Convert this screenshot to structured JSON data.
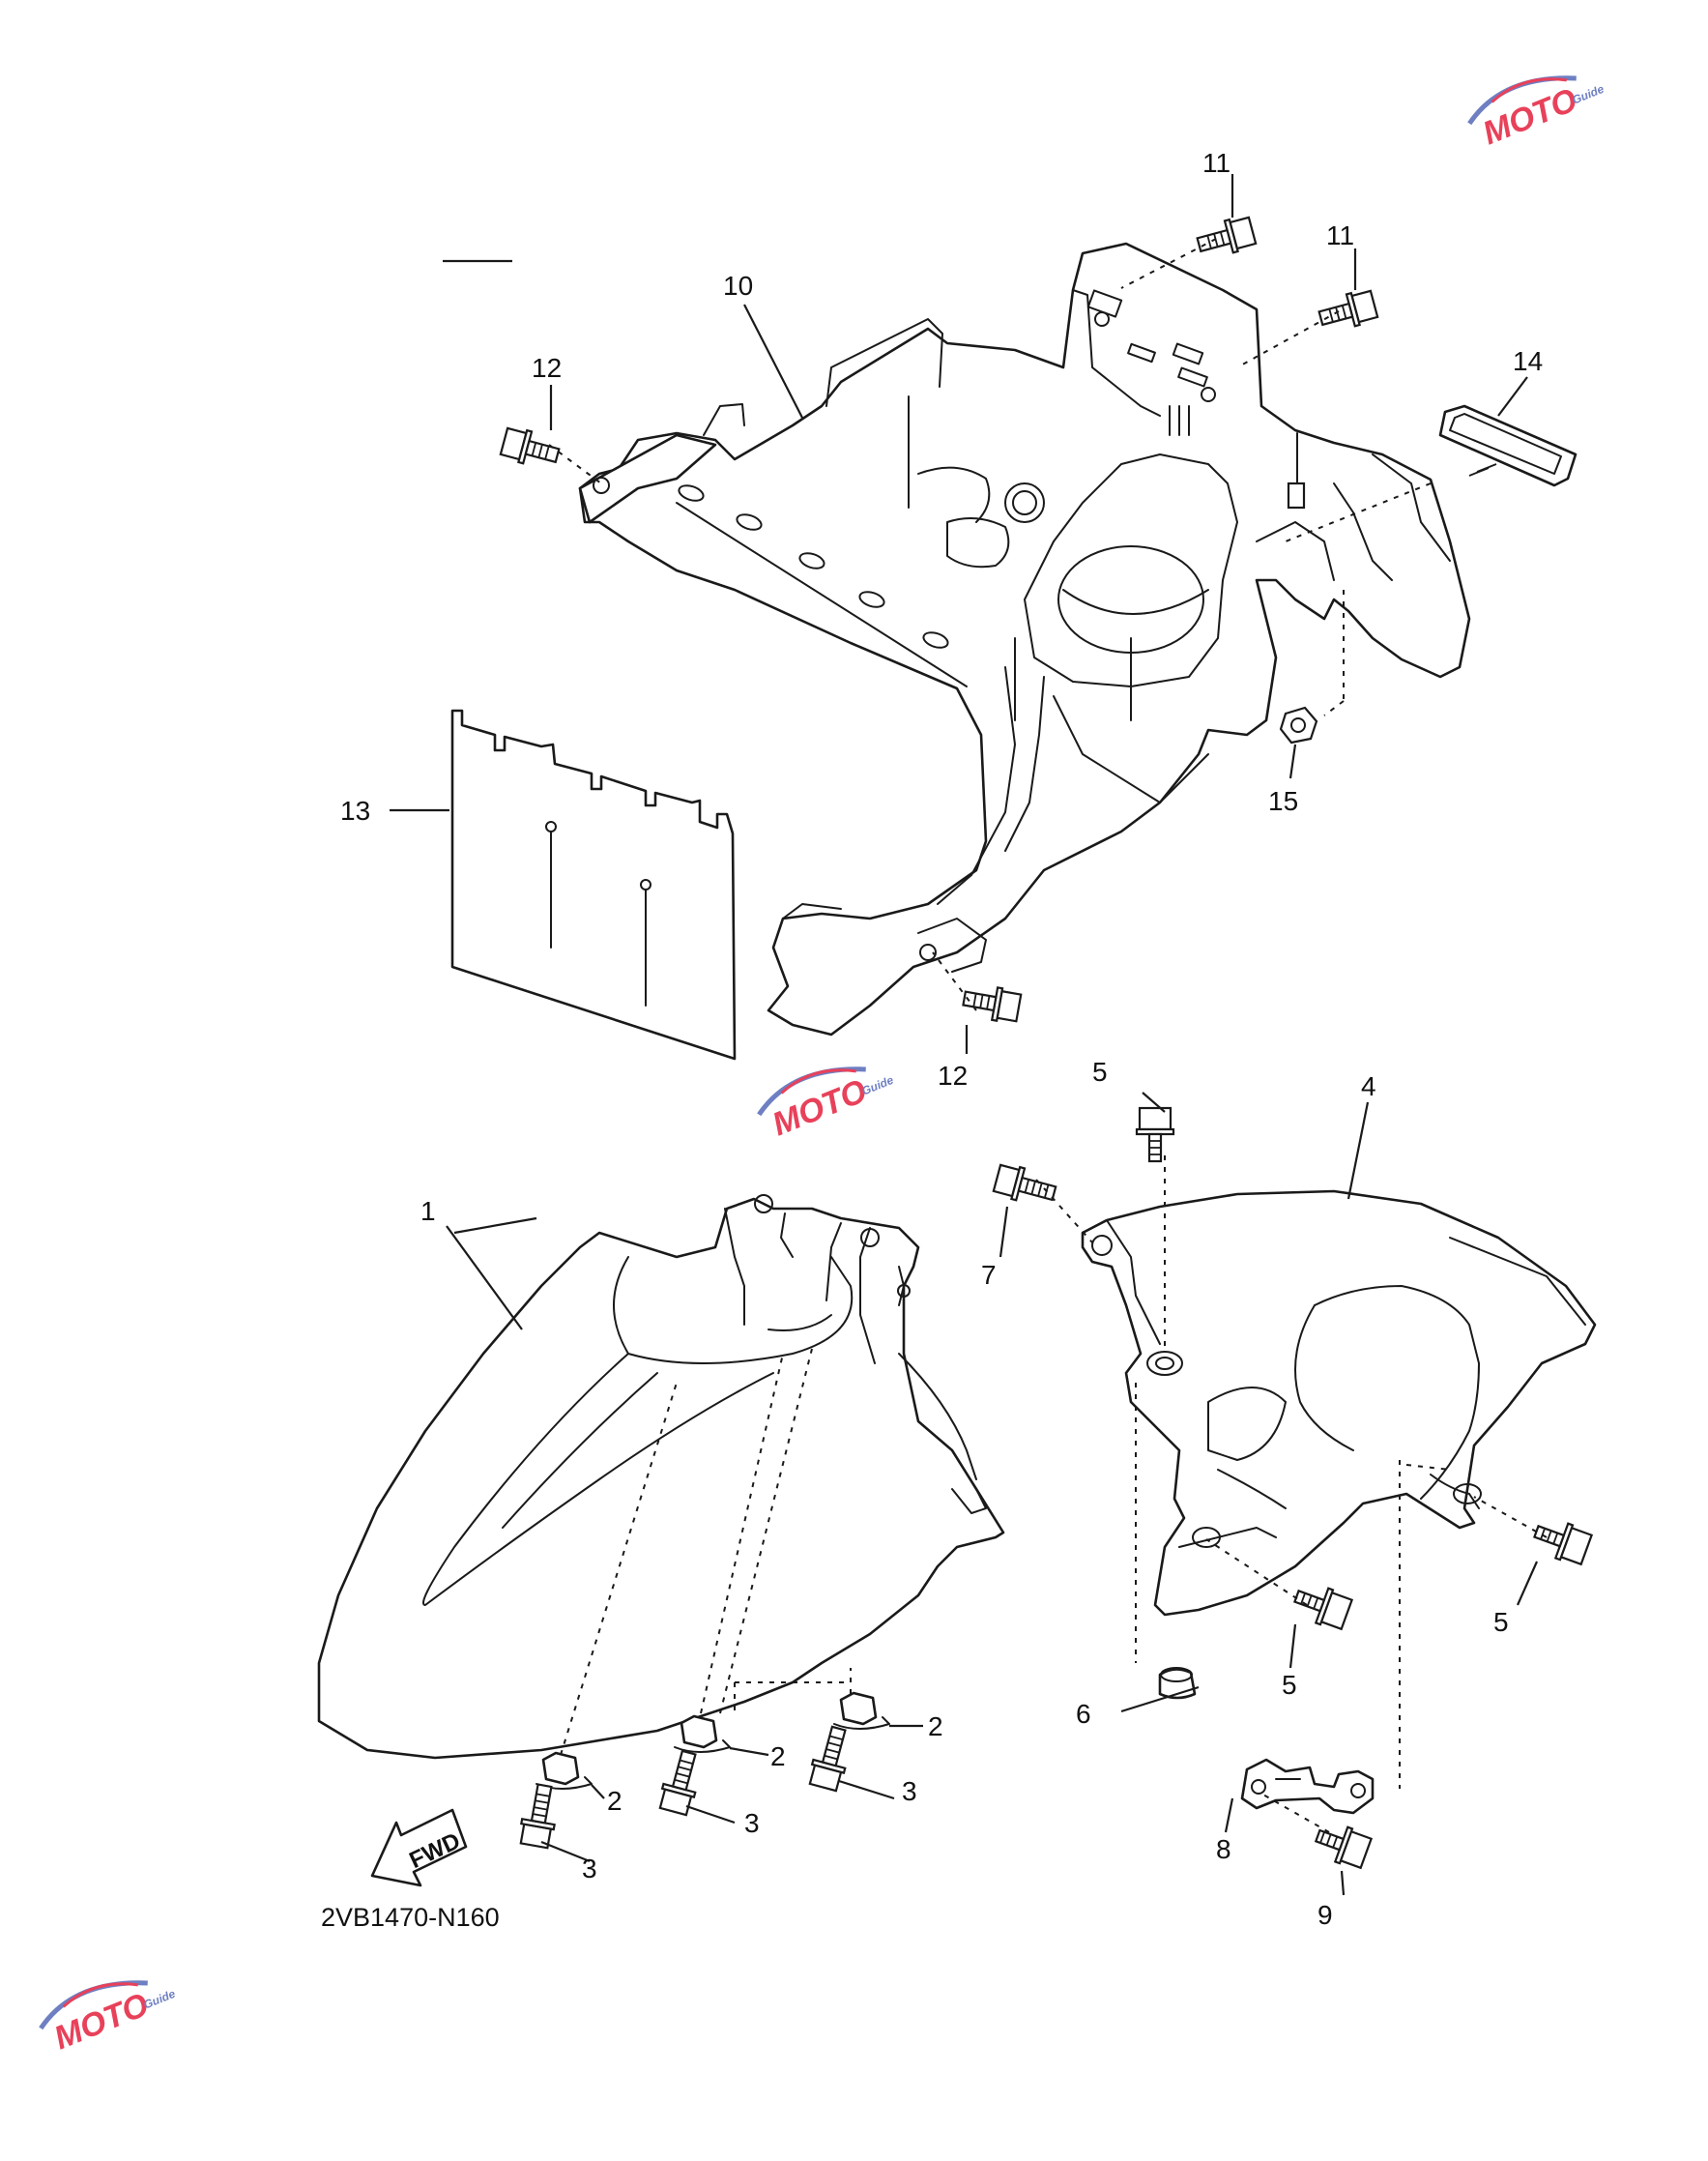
{
  "drawing_code": "2VB1470-N160",
  "fwd_label": "FWD",
  "watermark": {
    "text": "MOTO",
    "sub": "Guide",
    "color_primary": "#e8415a",
    "color_secondary": "#6e7fc2"
  },
  "callouts": [
    {
      "id": "c1",
      "label": "1"
    },
    {
      "id": "c2a",
      "label": "2"
    },
    {
      "id": "c2b",
      "label": "2"
    },
    {
      "id": "c2c",
      "label": "2"
    },
    {
      "id": "c3a",
      "label": "3"
    },
    {
      "id": "c3b",
      "label": "3"
    },
    {
      "id": "c3c",
      "label": "3"
    },
    {
      "id": "c4",
      "label": "4"
    },
    {
      "id": "c5a",
      "label": "5"
    },
    {
      "id": "c5b",
      "label": "5"
    },
    {
      "id": "c5c",
      "label": "5"
    },
    {
      "id": "c6",
      "label": "6"
    },
    {
      "id": "c7",
      "label": "7"
    },
    {
      "id": "c8",
      "label": "8"
    },
    {
      "id": "c9",
      "label": "9"
    },
    {
      "id": "c10",
      "label": "10"
    },
    {
      "id": "c11a",
      "label": "11"
    },
    {
      "id": "c11b",
      "label": "11"
    },
    {
      "id": "c12a",
      "label": "12"
    },
    {
      "id": "c12b",
      "label": "12"
    },
    {
      "id": "c13",
      "label": "13"
    },
    {
      "id": "c14",
      "label": "14"
    },
    {
      "id": "c15",
      "label": "15"
    }
  ]
}
